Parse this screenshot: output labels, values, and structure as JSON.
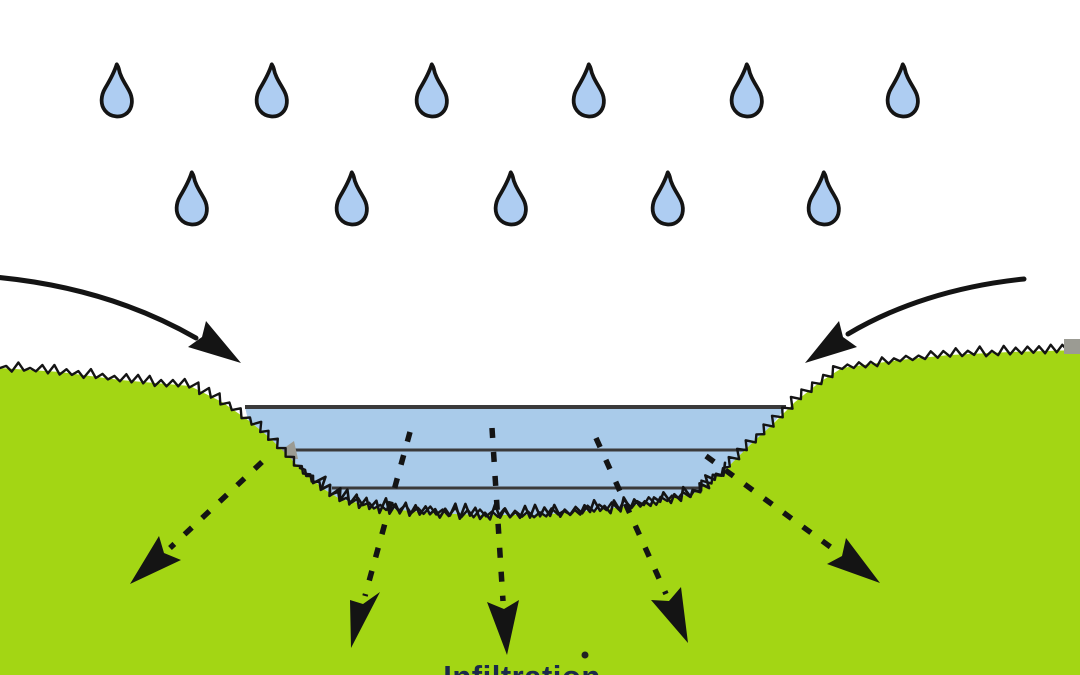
{
  "diagram": {
    "label": "Infiltration",
    "counts": {
      "raindrops": 11,
      "runoff_arrows": 2,
      "infiltration_arrows": 5,
      "water_surface_lines": 3
    },
    "colors": {
      "background": "#ffffff",
      "grass_green": "#a3d614",
      "pond_water_blue": "#a9cbea",
      "raindrop_blue": "#aecdf2",
      "line_black": "#141414",
      "water_line_gray": "#3a3a3a",
      "label_navy": "#1b2a4a",
      "marker_gray": "#9b9b93"
    }
  }
}
